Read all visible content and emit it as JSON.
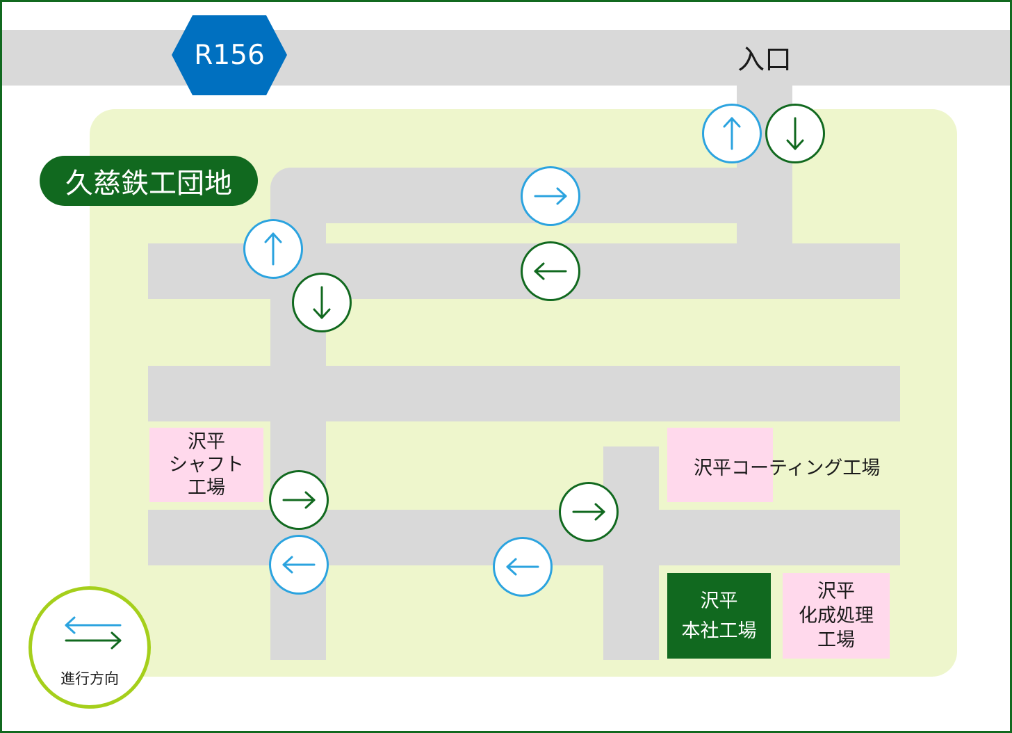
{
  "route": {
    "label": "R156",
    "color": "#0070c0"
  },
  "entrance": {
    "label": "入口"
  },
  "estate": {
    "name": "久慈鉄工団地",
    "color": "#11691f",
    "ground_color": "#eef6cc"
  },
  "buildings": {
    "shaft": {
      "label": "沢平\nシャフト\n工場"
    },
    "coating": {
      "label": "沢平コーティング工場"
    },
    "hq": {
      "label": "沢平\n本社工場"
    },
    "chem": {
      "label": "沢平\n化成処理\n工場"
    }
  },
  "legend": {
    "label": "進行方向",
    "ring_color": "#a5cf1b"
  },
  "colors": {
    "road": "#d9d9d9",
    "inbound_arrow": "#2ba3df",
    "outbound_arrow": "#11691f",
    "other_company": "#ffd9ec",
    "own_company": "#11691f"
  },
  "arrows": [
    {
      "id": "entrance-up",
      "dir": "up",
      "color": "blue"
    },
    {
      "id": "entrance-down",
      "dir": "down",
      "color": "green"
    },
    {
      "id": "top-right",
      "dir": "right",
      "color": "blue"
    },
    {
      "id": "top-left",
      "dir": "left",
      "color": "green"
    },
    {
      "id": "west-up",
      "dir": "up",
      "color": "blue"
    },
    {
      "id": "west-down",
      "dir": "down",
      "color": "green"
    },
    {
      "id": "south-right",
      "dir": "right",
      "color": "green"
    },
    {
      "id": "south-left",
      "dir": "left",
      "color": "blue"
    },
    {
      "id": "center-left",
      "dir": "left",
      "color": "blue"
    },
    {
      "id": "center-right",
      "dir": "right",
      "color": "green"
    }
  ]
}
